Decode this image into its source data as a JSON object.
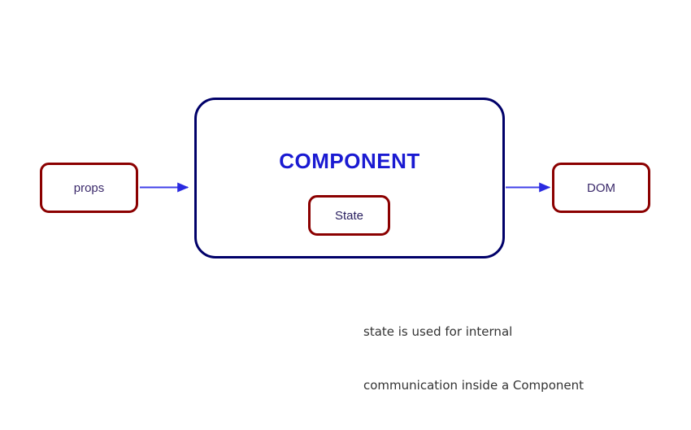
{
  "diagram": {
    "title_node": {
      "label": "COMPONENT",
      "color": "#1a1ad2"
    },
    "nodes": [
      {
        "id": "props",
        "label": "props",
        "border_color": "#8b0000",
        "text_color": "#3b2a6b"
      },
      {
        "id": "component",
        "label": "COMPONENT",
        "border_color": "#000069",
        "text_color": "#1a1ad2"
      },
      {
        "id": "state",
        "label": "State",
        "border_color": "#8b0000",
        "text_color": "#2a2060"
      },
      {
        "id": "dom",
        "label": "DOM",
        "border_color": "#8b0000",
        "text_color": "#3b2a6b"
      }
    ],
    "edges": [
      {
        "id": "props-to-component",
        "from": "props",
        "to": "component",
        "color": "#4040e8"
      },
      {
        "id": "component-to-dom",
        "from": "component",
        "to": "dom",
        "color": "#4040e8"
      }
    ],
    "caption": {
      "line1": "state is used for internal",
      "line2": "communication inside a Component",
      "color": "#333333"
    },
    "background": "#ffffff"
  }
}
